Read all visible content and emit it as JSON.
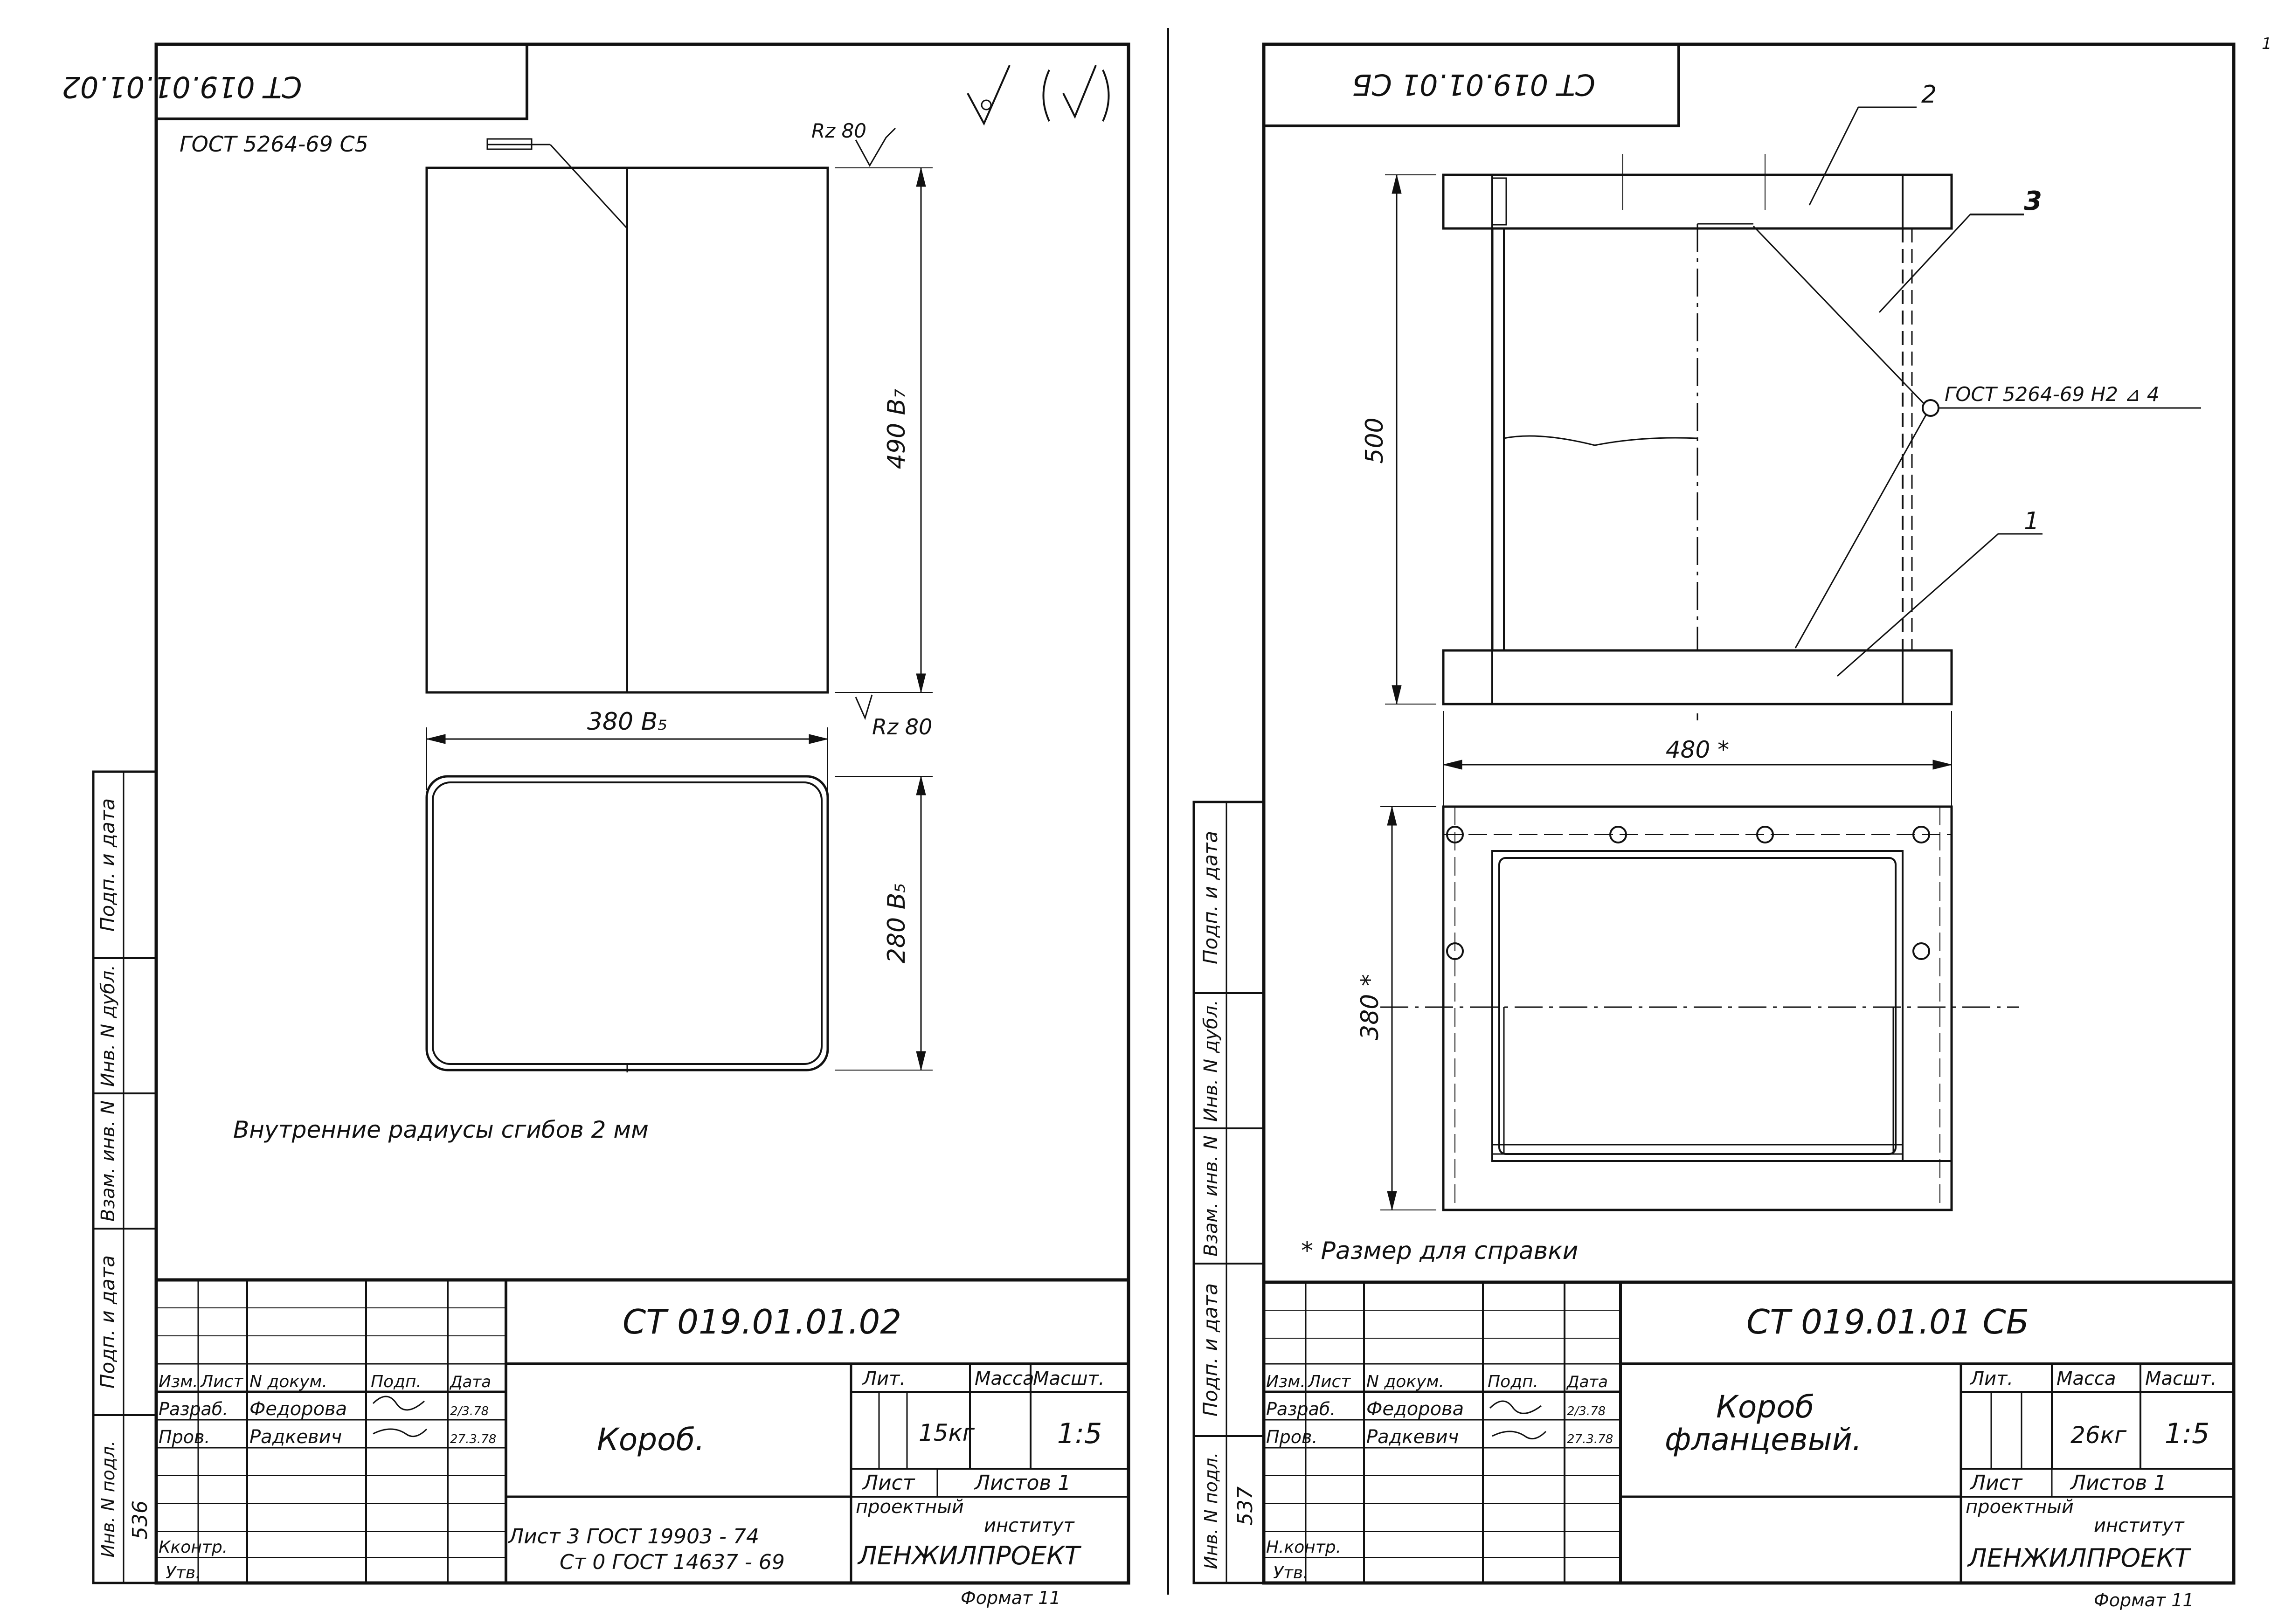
{
  "sheet_left": {
    "mirrored_stamp": "СТ 019.01.01.02",
    "roughness_symbol": "√ (√)",
    "weld_note": "ГОСТ 5264-69  С5",
    "roughness_top": "Rz 80",
    "roughness_right": "Rz 80",
    "dim_height": "490  В₇",
    "dim_width": "380  В₅",
    "dim_depth": "280  В₅",
    "note": "Внутренние  радиусы сгибов 2 мм",
    "designation": "СТ 019.01.01.02",
    "title": "Короб.",
    "mass": "15кг",
    "scale": "1:5",
    "material_1": "Лист 3 ГОСТ 19903 - 74",
    "material_2": "Ст 0 ГОСТ 14637 - 69",
    "inv_number": "536",
    "format_note": "Формат 11",
    "developer": "Федорова",
    "checker": "Радкевич",
    "date_dev": "2/3.78",
    "date_check": "27.3.78"
  },
  "sheet_right": {
    "mirrored_stamp": "СТ 019.01.01 СБ",
    "pos_1": "1",
    "pos_2": "2",
    "pos_3": "3",
    "weld_note": "ГОСТ 5264-69  Н2 ⊿ 4",
    "dim_height": "500",
    "dim_width": "480 *",
    "dim_depth": "380 *",
    "note": "* Размер    для     справки",
    "designation": "СТ 019.01.01 СБ",
    "title_1": "Короб",
    "title_2": "фланцевый.",
    "mass": "26кг",
    "scale": "1:5",
    "inv_number": "537",
    "format_note": "Формат 11",
    "developer": "Федорова",
    "checker": "Радкевич",
    "date_dev": "2/3.78",
    "date_check": "27.3.78"
  },
  "titleblock": {
    "izm": "Изм.",
    "list": "Лист",
    "ndoc": "N докум.",
    "podp": "Подп.",
    "data": "Дата",
    "razrab": "Разраб.",
    "prov": "Пров.",
    "nkontr_left": "Кконтр.",
    "nkontr_right": "Н.контр.",
    "utv": "Утв.",
    "lit": "Лит.",
    "massa": "Масса",
    "masht": "Масшт.",
    "sheet": "Лист",
    "sheets": "Листов 1",
    "org_1": "проектный",
    "org_2": "институт",
    "org_3": "ЛЕНЖИЛПРОЕКТ"
  },
  "side_strip": {
    "podp_data": "Подп. и дата",
    "inv_dubl": "Инв. N дубл.",
    "vzam_inv": "Взам. инв. N",
    "podp_data_2": "Подп. и дата",
    "inv_podl": "Инв. N подл."
  },
  "corner_mark": "1"
}
